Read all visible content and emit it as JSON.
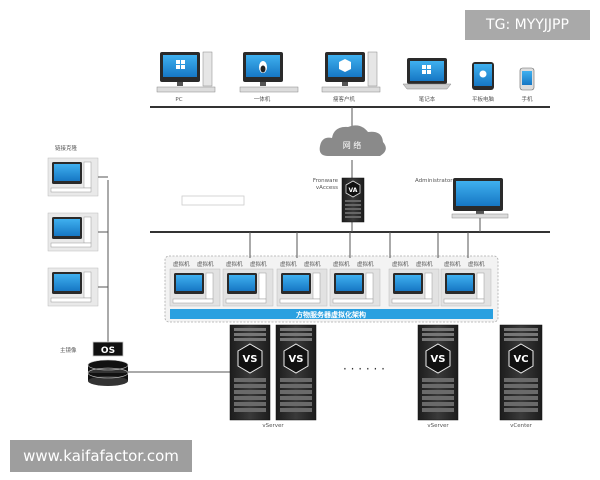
{
  "watermarks": {
    "top_right": "TG: MYYJJPP",
    "bottom_left": "www.kaifafactor.com"
  },
  "clients": [
    {
      "label": "PC",
      "os_icon": "windows-icon"
    },
    {
      "label": "一体机",
      "os_icon": "linux-icon"
    },
    {
      "label": "瘦客户机",
      "os_icon": "box-icon"
    },
    {
      "label": "笔记本",
      "os_icon": "windows-icon"
    },
    {
      "label": "平板电脑",
      "os_icon": "apple-icon"
    },
    {
      "label": "手机",
      "os_icon": "phone-icon"
    }
  ],
  "network": {
    "cloud_label": "网 络"
  },
  "vaccess": {
    "label_line1": "Fronware",
    "label_line2": "vAccess",
    "badge": "VA"
  },
  "admin": {
    "label": "Administrator"
  },
  "linked_clone": {
    "label": "链接克隆"
  },
  "master_image": {
    "label": "主镜像",
    "badge": "OS"
  },
  "vm_cluster": {
    "vm_label": "虚拟机",
    "vm_count": 12,
    "bar_label": "方物服务器虚拟化架构"
  },
  "servers": {
    "vs_badge": "VS",
    "vs_label": "vServer",
    "vc_badge": "VC",
    "vc_label": "vCenter",
    "ellipsis": "· · · · · ·"
  },
  "colors": {
    "line": "#4a4a4a",
    "screen": "#1f8fd6",
    "bar": "#2aa0e0",
    "server": "#2a2a2a",
    "cloud": "#7a7a7a"
  }
}
